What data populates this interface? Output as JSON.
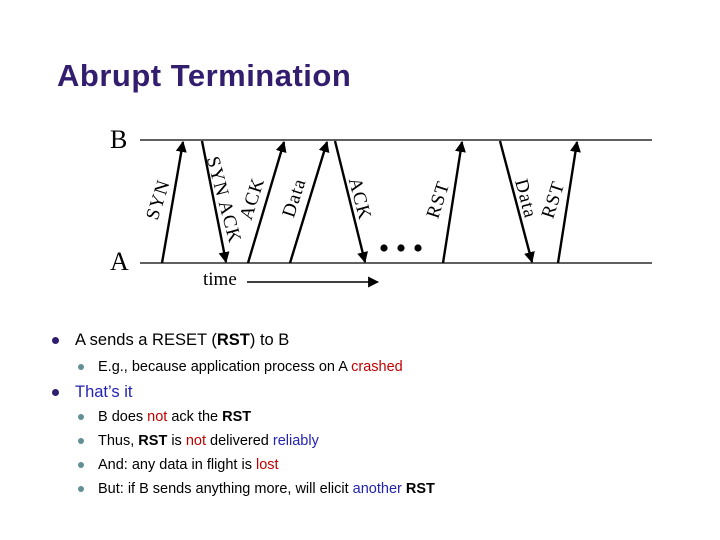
{
  "slide": {
    "title": "Abrupt Termination"
  },
  "colors": {
    "title": "#331D6E",
    "red": "#C00000",
    "blue": "#2323B2",
    "bullet1": "#2F1E70",
    "bullet2": "#628E96",
    "diagram": "#000000"
  },
  "diagram": {
    "host_top": "B",
    "host_bottom": "A",
    "time_label": "time",
    "ellipsis_dot_count": 3,
    "arrows": [
      {
        "label": "SYN",
        "from": "A",
        "to": "B"
      },
      {
        "label": "SYN ACK",
        "from": "B",
        "to": "A"
      },
      {
        "label": "ACK",
        "from": "A",
        "to": "B"
      },
      {
        "label": "Data",
        "from": "A",
        "to": "B"
      },
      {
        "label": "ACK",
        "from": "B",
        "to": "A"
      },
      {
        "label": "RST",
        "from": "A",
        "to": "B"
      },
      {
        "label": "Data",
        "from": "B",
        "to": "A"
      },
      {
        "label": "RST",
        "from": "A",
        "to": "B"
      }
    ]
  },
  "bullets": [
    {
      "level": 1,
      "segments": [
        {
          "text": "A sends a RESET (",
          "style": "normal"
        },
        {
          "text": "RST",
          "style": "bold"
        },
        {
          "text": ") to B",
          "style": "normal"
        }
      ]
    },
    {
      "level": 2,
      "segments": [
        {
          "text": "E.g., because application process on A ",
          "style": "normal"
        },
        {
          "text": "crashed",
          "style": "red"
        }
      ]
    },
    {
      "level": 1,
      "segments": [
        {
          "text": "That’s it",
          "style": "blue"
        }
      ]
    },
    {
      "level": 2,
      "segments": [
        {
          "text": "B does ",
          "style": "normal"
        },
        {
          "text": "not",
          "style": "red"
        },
        {
          "text": " ack the ",
          "style": "normal"
        },
        {
          "text": "RST",
          "style": "bold"
        }
      ]
    },
    {
      "level": 2,
      "segments": [
        {
          "text": "Thus, ",
          "style": "normal"
        },
        {
          "text": "RST",
          "style": "bold"
        },
        {
          "text": " is ",
          "style": "normal"
        },
        {
          "text": "not",
          "style": "red"
        },
        {
          "text": " delivered ",
          "style": "normal"
        },
        {
          "text": "reliably",
          "style": "blue"
        }
      ]
    },
    {
      "level": 2,
      "segments": [
        {
          "text": "And: any data in flight is ",
          "style": "normal"
        },
        {
          "text": "lost",
          "style": "red"
        }
      ]
    },
    {
      "level": 2,
      "segments": [
        {
          "text": "But: if B sends anything more, will elicit ",
          "style": "normal"
        },
        {
          "text": "another",
          "style": "blue"
        },
        {
          "text": " ",
          "style": "normal"
        },
        {
          "text": "RST",
          "style": "bold"
        }
      ]
    }
  ]
}
